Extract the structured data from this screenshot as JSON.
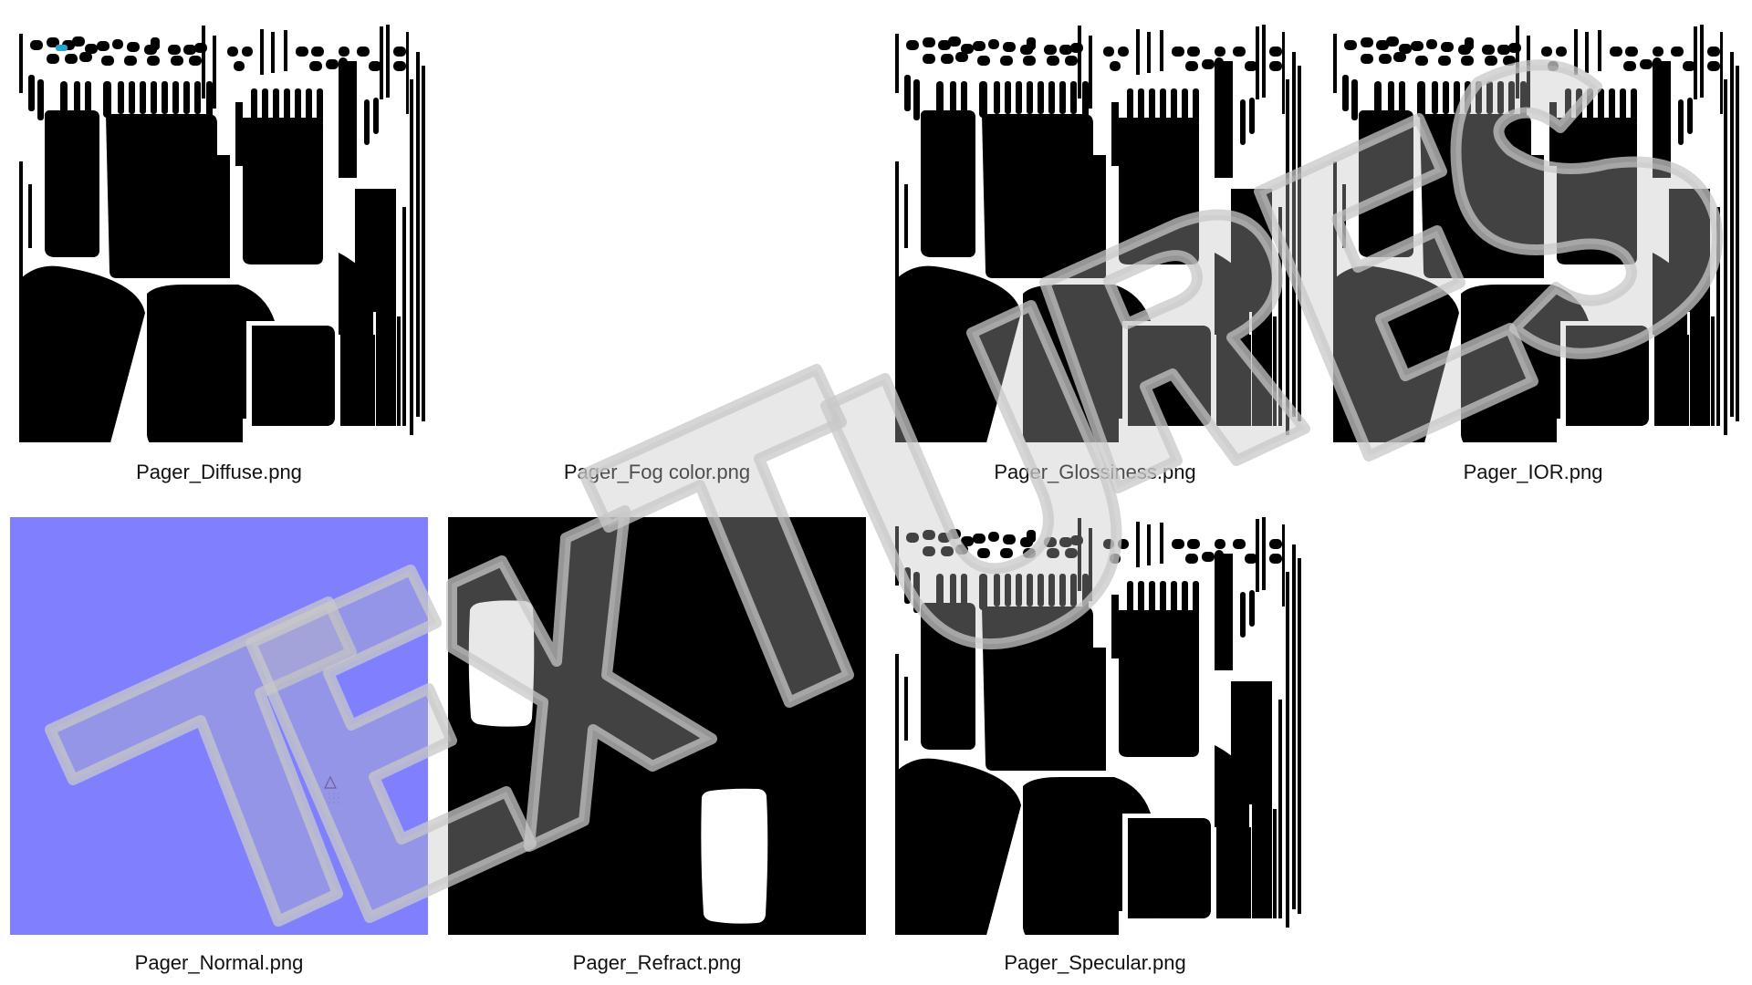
{
  "gallery": {
    "tiles": [
      {
        "label": "Pager_Diffuse.png",
        "kind": "diffuse"
      },
      {
        "label": "Pager_Fog color.png",
        "kind": "fog"
      },
      {
        "label": "Pager_Glossiness.png",
        "kind": "glossiness"
      },
      {
        "label": "Pager_IOR.png",
        "kind": "ior"
      },
      {
        "label": "Pager_Normal.png",
        "kind": "normal"
      },
      {
        "label": "Pager_Refract.png",
        "kind": "refract"
      },
      {
        "label": "Pager_Specular.png",
        "kind": "specular"
      }
    ]
  },
  "colors": {
    "background": "#ffffff",
    "diffuse_body": "#1c1c1c",
    "diffuse_screen": "#0a610a",
    "diffuse_key_accent": "#25a5d8",
    "glossiness_fill": "#a9a9a9",
    "ior_fill": "#a6a6a6",
    "ior_dark": "#636363",
    "normal_fill": "#8080ff",
    "refract_bg": "#000000",
    "refract_mask": "#ffffff",
    "specular_fill": "#ececec",
    "specular_dark": "#959595",
    "watermark": "#c8c8c8"
  },
  "watermark": {
    "text": "TEXTURES"
  }
}
